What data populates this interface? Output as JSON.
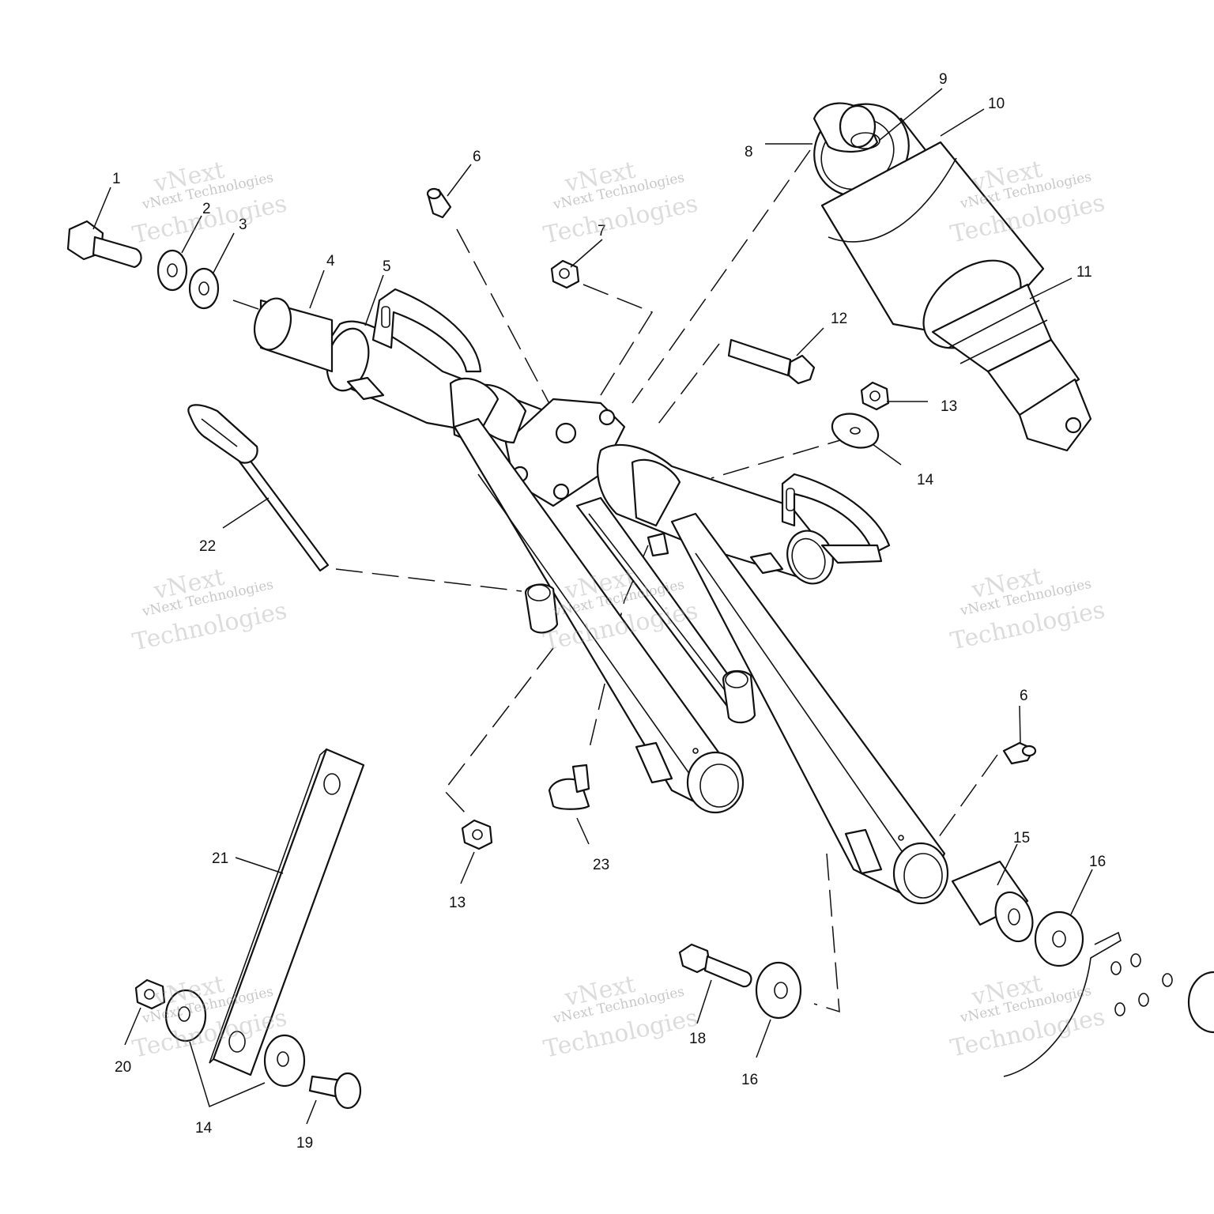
{
  "callouts": [
    {
      "id": "c1",
      "text": "1"
    },
    {
      "id": "c2",
      "text": "2"
    },
    {
      "id": "c3",
      "text": "3"
    },
    {
      "id": "c4",
      "text": "4"
    },
    {
      "id": "c5",
      "text": "5"
    },
    {
      "id": "c6a",
      "text": "6"
    },
    {
      "id": "c7",
      "text": "7"
    },
    {
      "id": "c8",
      "text": "8"
    },
    {
      "id": "c9",
      "text": "9"
    },
    {
      "id": "c10",
      "text": "10"
    },
    {
      "id": "c11",
      "text": "11"
    },
    {
      "id": "c12",
      "text": "12"
    },
    {
      "id": "c13a",
      "text": "13"
    },
    {
      "id": "c14a",
      "text": "14"
    },
    {
      "id": "c22",
      "text": "22"
    },
    {
      "id": "c6b",
      "text": "6"
    },
    {
      "id": "c15",
      "text": "15"
    },
    {
      "id": "c16a",
      "text": "16"
    },
    {
      "id": "c21",
      "text": "21"
    },
    {
      "id": "c13b",
      "text": "13"
    },
    {
      "id": "c23",
      "text": "23"
    },
    {
      "id": "c18",
      "text": "18"
    },
    {
      "id": "c16b",
      "text": "16"
    },
    {
      "id": "c20",
      "text": "20"
    },
    {
      "id": "c14b",
      "text": "14"
    },
    {
      "id": "c19",
      "text": "19"
    }
  ],
  "watermark": {
    "line1": "vNext Technologies",
    "line2": "vNext",
    "line3": "Technologies"
  }
}
